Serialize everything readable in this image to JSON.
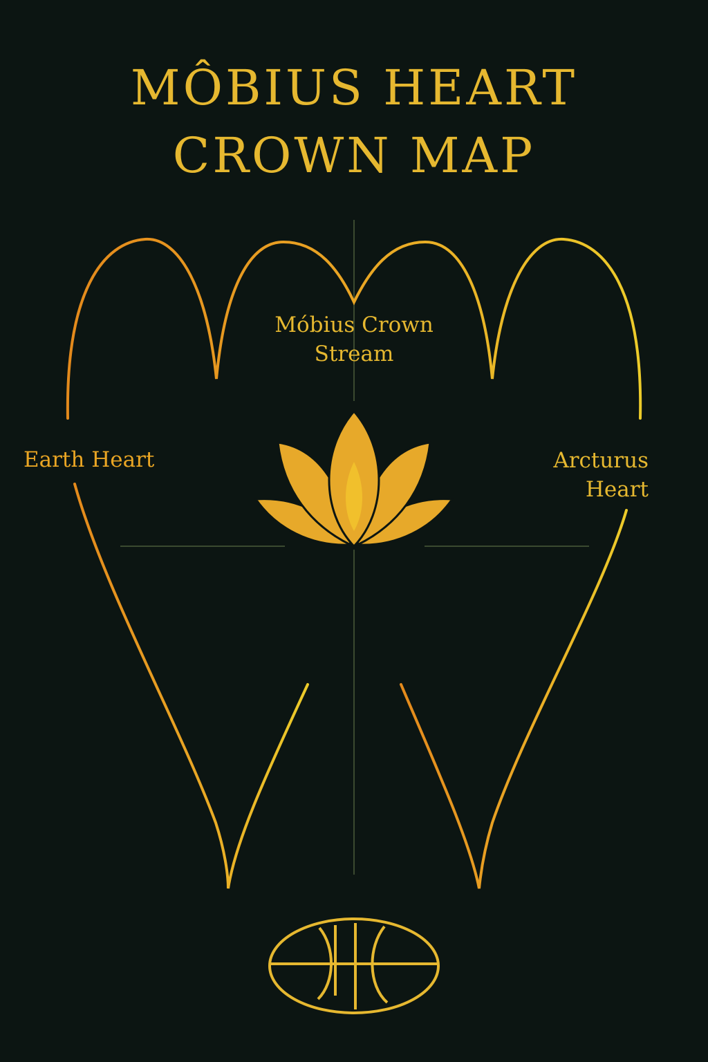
{
  "title": {
    "line1": "MÔBIUS HEART",
    "line2": "CROWN MAP"
  },
  "labels": {
    "center_line1": "Móbius Crown",
    "center_line2": "Stream",
    "left": "Earth Heart",
    "right_line1": "Arcturus",
    "right_line2": "Heart"
  },
  "colors": {
    "background": "#0c1512",
    "gold": "#e6b830",
    "orange": "#e48a1c",
    "yellow": "#eccb2a",
    "lotus_petal": "#e7a92a",
    "lotus_inner": "#f1c02c",
    "axis_line": "#3b4a30"
  },
  "icons": {
    "lotus": "lotus-icon",
    "base_symbol": "ellipse-sigil-icon"
  }
}
